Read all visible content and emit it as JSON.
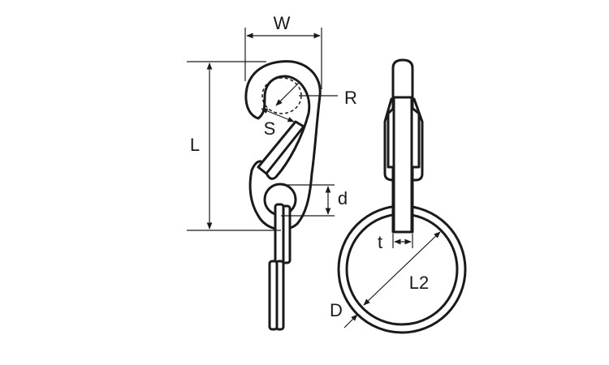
{
  "labels": {
    "width": "W",
    "radius": "R",
    "gate_opening": "S",
    "length": "L",
    "eye_diameter": "d",
    "thickness": "t",
    "ring_inner": "L2",
    "ring_wire": "D"
  },
  "colors": {
    "line": "#1a1a1a",
    "fill": "#ffffff",
    "background": "#ffffff"
  }
}
